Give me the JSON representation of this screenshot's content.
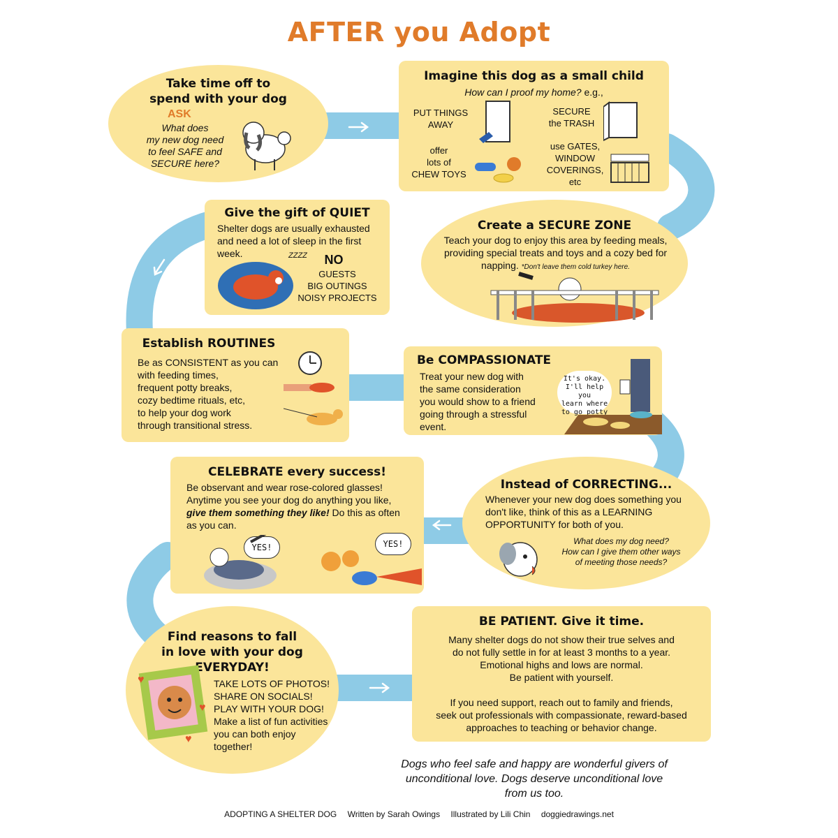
{
  "title": "AFTER you Adopt",
  "step1": {
    "heading_1": "Take time off to",
    "heading_2": "spend with your dog",
    "ask": "ASK",
    "q1": "What does",
    "q2": "my new dog need",
    "q3": "to feel SAFE and",
    "q4": "SECURE here?"
  },
  "step2": {
    "heading": "Imagine this dog as a small child",
    "sub": "How can I proof my home?",
    "sub_eg": " e.g.,",
    "put_1": "PUT THINGS",
    "put_2": "AWAY",
    "secure_1": "SECURE",
    "secure_2": "the TRASH",
    "toys_1": "offer",
    "toys_2": "lots of",
    "toys_3": "CHEW TOYS",
    "gates_1": "use GATES,",
    "gates_2": "WINDOW",
    "gates_3": "COVERINGS,",
    "gates_4": "etc"
  },
  "step3": {
    "heading": "Give the gift of QUIET",
    "body_1": "Shelter dogs are usually exhausted",
    "body_2": "and need a lot of sleep in the first",
    "body_3": "week.",
    "zzz": "ZZZZ",
    "no": "NO",
    "no_1": "GUESTS",
    "no_2": "BIG OUTINGS",
    "no_3": "NOISY PROJECTS"
  },
  "step4": {
    "heading": "Create a SECURE ZONE",
    "body_1": "Teach your dog to enjoy this area by feeding meals,",
    "body_2": "providing special treats and toys and a cozy bed for",
    "body_3": "napping.",
    "note": "*Don't leave them cold turkey here."
  },
  "step5": {
    "heading": "Establish ROUTINES",
    "lines": [
      "Be as CONSISTENT as you can",
      "with feeding times,",
      "frequent potty breaks,",
      "cozy bedtime rituals, etc,",
      "to help your dog work",
      "through transitional stress."
    ]
  },
  "step6": {
    "heading": "Be COMPASSIONATE",
    "lines": [
      "Treat your new dog with",
      "the same consideration",
      "you would show to a friend",
      "going through a stressful",
      "event."
    ],
    "bubble": [
      "It's okay.",
      "I'll help you",
      "learn where",
      "to go potty"
    ]
  },
  "step7": {
    "heading": "CELEBRATE every success!",
    "body_1": "Be observant and wear rose-colored glasses!",
    "body_2": "Anytime you see your dog do anything you like,",
    "body_3_it": "give them something they like!",
    "body_3": " Do this as often",
    "body_4": "as you can.",
    "yes": "YES!"
  },
  "step8": {
    "heading": "Instead of CORRECTING...",
    "body_1": "Whenever your new dog does something you",
    "body_2": "don't like, think of this as a LEARNING",
    "body_3": "OPPORTUNITY for both of you.",
    "q_1": "What does my dog need?",
    "q_2": "How can I give them other ways",
    "q_3": "of meeting those needs?"
  },
  "step9": {
    "heading_1": "Find reasons to fall",
    "heading_2": "in love with your dog",
    "heading_3": "EVERYDAY!",
    "lines": [
      "TAKE LOTS OF PHOTOS!",
      "SHARE ON SOCIALS!",
      "PLAY WITH YOUR DOG!",
      "Make a list of fun activities",
      "you can both enjoy",
      "together!"
    ]
  },
  "step10": {
    "heading": "BE PATIENT. Give it time.",
    "lines_a": [
      "Many shelter dogs do not show their true selves and",
      "do not fully settle in for at least 3 months to a year.",
      "Emotional highs and lows are normal.",
      "Be patient with yourself."
    ],
    "lines_b": [
      "If you need support, reach out to family and friends,",
      "seek out professionals with compassionate, reward-based",
      "approaches to teaching or behavior change."
    ]
  },
  "tagline": [
    "Dogs who feel safe and happy are wonderful givers of",
    "unconditional love. Dogs deserve unconditional love",
    "from us too."
  ],
  "footer": {
    "book": "ADOPTING A SHELTER DOG",
    "author": "Written by Sarah Owings",
    "illustrator": "Illustrated by Lili Chin",
    "site": "doggiedrawings.net"
  },
  "colors": {
    "box": "#fbe59a",
    "path": "#8ecbe6",
    "accent": "#e07b2a"
  }
}
